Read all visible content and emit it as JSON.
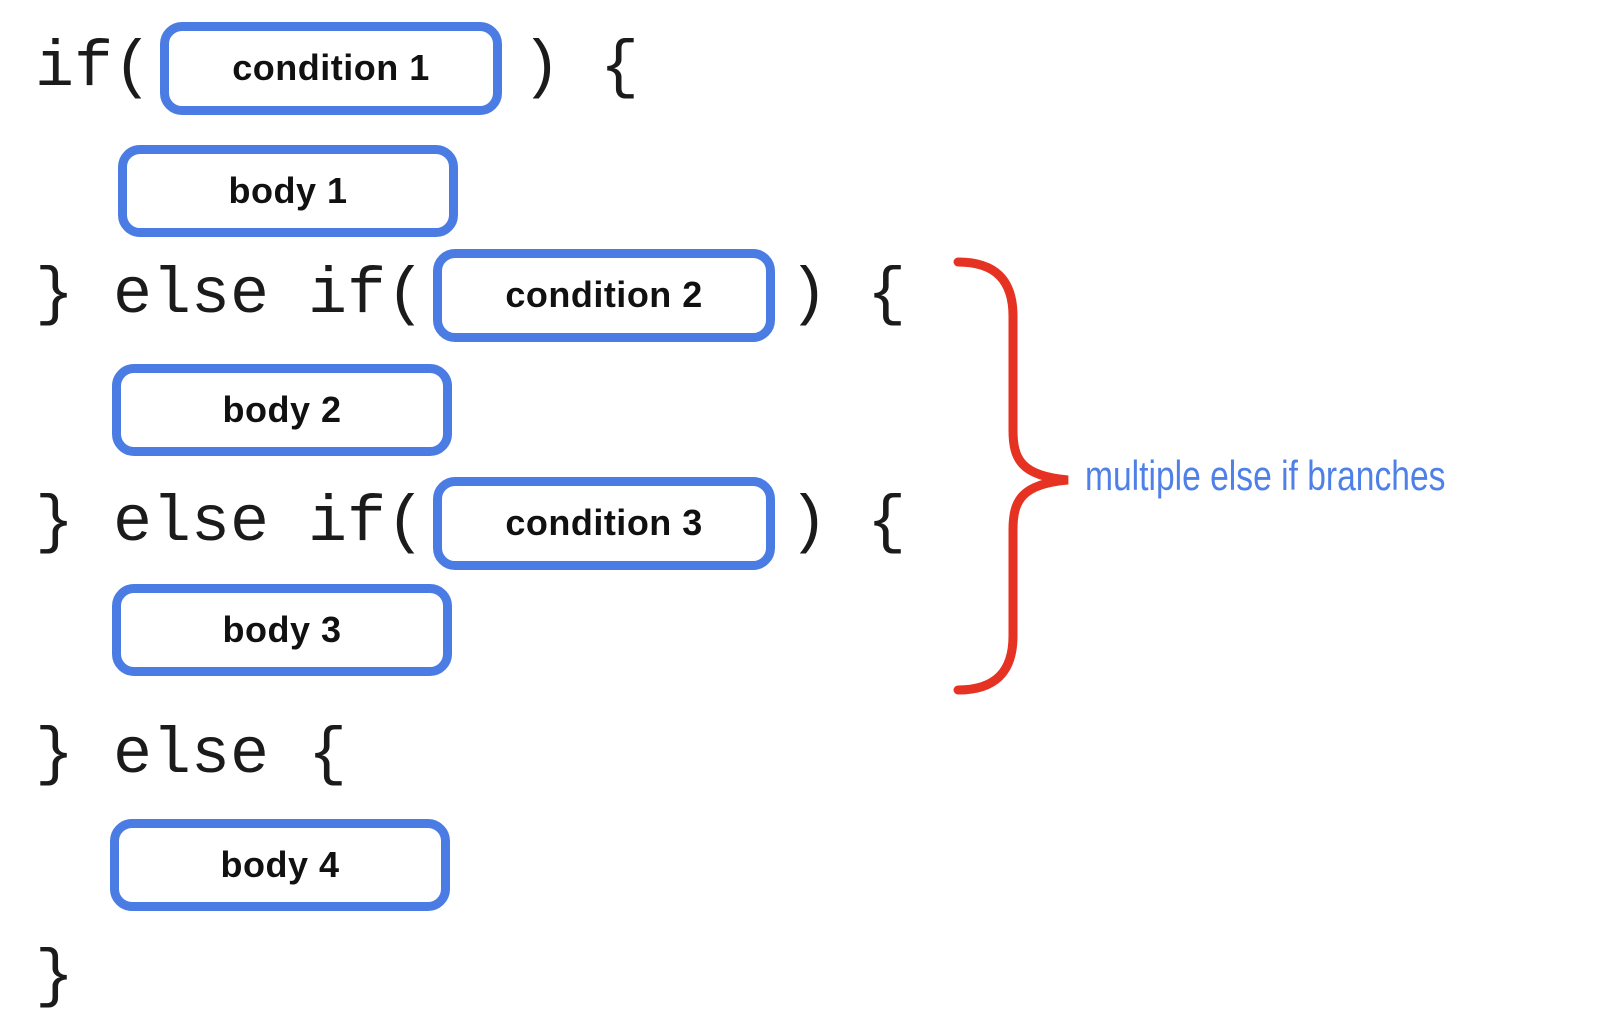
{
  "diagram": {
    "code_lines": {
      "line1_prefix": "if(",
      "line1_suffix": ") {",
      "line2_prefix": "} else if(",
      "line2_suffix": ") {",
      "line3_prefix": "} else if(",
      "line3_suffix": ") {",
      "line4": "} else {",
      "line5": "}"
    },
    "boxes": {
      "condition1": "condition 1",
      "body1": "body 1",
      "condition2": "condition 2",
      "body2": "body 2",
      "condition3": "condition 3",
      "body3": "body 3",
      "body4": "body 4"
    },
    "annotation": {
      "label": "multiple else if branches"
    },
    "colors": {
      "box_border": "#4a7ce4",
      "brace": "#e53222",
      "annotation_text": "#4e80e8",
      "code_text": "#1b1b1b"
    }
  }
}
